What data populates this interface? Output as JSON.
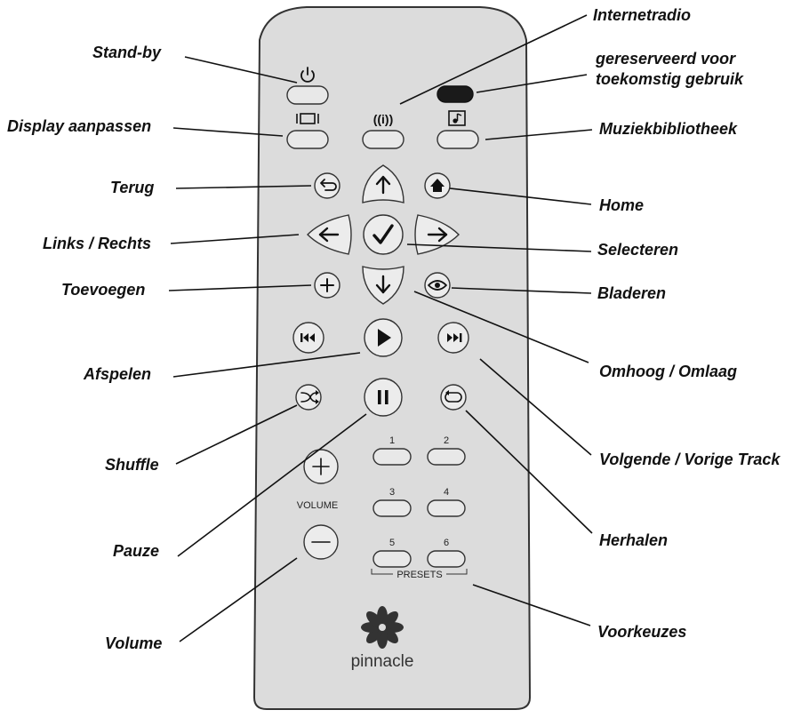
{
  "labels": {
    "standby": "Stand-by",
    "internetradio": "Internetradio",
    "reserved_line1": "gereserveerd voor",
    "reserved_line2": "toekomstig gebruik",
    "display": "Display aanpassen",
    "music_library": "Muziekbibliotheek",
    "back": "Terug",
    "home": "Home",
    "left_right": "Links / Rechts",
    "select": "Selecteren",
    "add": "Toevoegen",
    "browse": "Bladeren",
    "up_down": "Omhoog / Omlaag",
    "play": "Afspelen",
    "shuffle": "Shuffle",
    "next_prev": "Volgende / Vorige Track",
    "pause": "Pauze",
    "repeat": "Herhalen",
    "volume": "Volume",
    "presets": "Voorkeuzes"
  },
  "remote": {
    "preset_numbers": [
      "1",
      "2",
      "3",
      "4",
      "5",
      "6"
    ],
    "volume_text": "VOLUME",
    "presets_text": "PRESETS",
    "brand": "pinnacle"
  },
  "colors": {
    "remote_body": "#dcdcdc",
    "reserved_button": "#1a1a1a"
  },
  "icons": [
    "power-icon",
    "internet-radio-icon",
    "display-icon",
    "music-note-icon",
    "back-arrow-icon",
    "home-icon",
    "arrow-up-icon",
    "arrow-down-icon",
    "arrow-left-icon",
    "arrow-right-icon",
    "checkmark-icon",
    "plus-icon",
    "eye-icon",
    "previous-track-icon",
    "play-icon",
    "next-track-icon",
    "shuffle-icon",
    "pause-icon",
    "repeat-icon",
    "volume-up-icon",
    "volume-down-icon",
    "pinnacle-logo-icon"
  ]
}
